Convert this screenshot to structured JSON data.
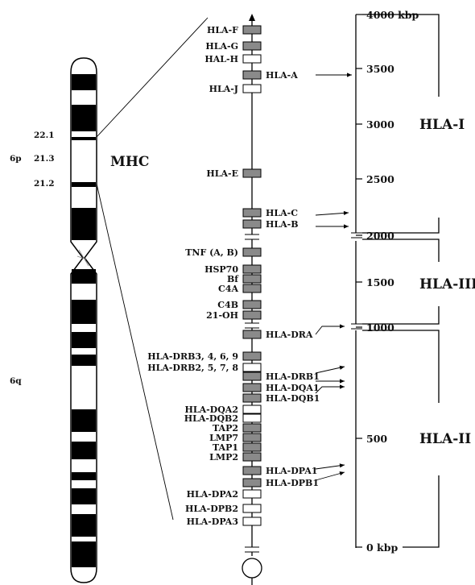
{
  "chromosome": {
    "arm_p": "6p",
    "arm_q": "6q",
    "bands": [
      "22.1",
      "21.3",
      "21.2"
    ],
    "region_label": "MHC"
  },
  "scale": {
    "ticks": [
      "4000",
      "3500",
      "3000",
      "2500",
      "2000",
      "1500",
      "1000",
      "500",
      "0"
    ],
    "unit": "kbp"
  },
  "classes": [
    "HLA-I",
    "HLA-III",
    "HLA-II"
  ],
  "genes": [
    {
      "name": "HLA-F",
      "side": "left",
      "fill": "gray"
    },
    {
      "name": "HLA-G",
      "side": "left",
      "fill": "gray"
    },
    {
      "name": "HAL-H",
      "side": "left",
      "fill": "white"
    },
    {
      "name": "HLA-A",
      "side": "right",
      "fill": "gray"
    },
    {
      "name": "HLA-J",
      "side": "left",
      "fill": "white"
    },
    {
      "name": "HLA-E",
      "side": "left",
      "fill": "gray"
    },
    {
      "name": "HLA-C",
      "side": "right",
      "fill": "gray"
    },
    {
      "name": "HLA-B",
      "side": "right",
      "fill": "gray"
    },
    {
      "name": "TNF (A, B)",
      "side": "left",
      "fill": "gray"
    },
    {
      "name": "HSP70",
      "side": "left",
      "fill": "gray"
    },
    {
      "name": "Bf",
      "side": "left",
      "fill": "gray"
    },
    {
      "name": "C4A",
      "side": "left",
      "fill": "gray"
    },
    {
      "name": "C4B",
      "side": "left",
      "fill": "gray"
    },
    {
      "name": "21-OH",
      "side": "left",
      "fill": "gray"
    },
    {
      "name": "HLA-DRA",
      "side": "right",
      "fill": "gray"
    },
    {
      "name": "HLA-DRB3, 4, 6, 9",
      "side": "left",
      "fill": "gray"
    },
    {
      "name": "HLA-DRB2, 5, 7, 8",
      "side": "left",
      "fill": "white"
    },
    {
      "name": "HLA-DRB1",
      "side": "right",
      "fill": "gray"
    },
    {
      "name": "HLA-DQA1",
      "side": "right",
      "fill": "gray"
    },
    {
      "name": "HLA-DQB1",
      "side": "right",
      "fill": "gray"
    },
    {
      "name": "HLA-DQA2",
      "side": "left",
      "fill": "white"
    },
    {
      "name": "HLA-DQB2",
      "side": "left",
      "fill": "white"
    },
    {
      "name": "TAP2",
      "side": "left",
      "fill": "gray"
    },
    {
      "name": "LMP7",
      "side": "left",
      "fill": "gray"
    },
    {
      "name": "TAP1",
      "side": "left",
      "fill": "gray"
    },
    {
      "name": "LMP2",
      "side": "left",
      "fill": "gray"
    },
    {
      "name": "HLA-DPA1",
      "side": "right",
      "fill": "gray"
    },
    {
      "name": "HLA-DPB1",
      "side": "right",
      "fill": "gray"
    },
    {
      "name": "HLA-DPA2",
      "side": "left",
      "fill": "white"
    },
    {
      "name": "HLA-DPB2",
      "side": "left",
      "fill": "white"
    },
    {
      "name": "HLA-DPA3",
      "side": "left",
      "fill": "white"
    }
  ]
}
